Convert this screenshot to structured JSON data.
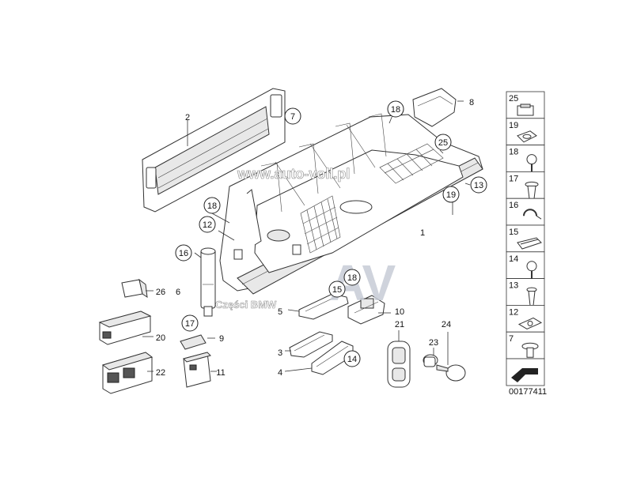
{
  "diagram": {
    "callouts": [
      {
        "key": "c2",
        "label": "2",
        "circled": false
      },
      {
        "key": "c7",
        "label": "7",
        "circled": true
      },
      {
        "key": "c18a",
        "label": "18",
        "circled": true
      },
      {
        "key": "c8",
        "label": "8",
        "circled": false
      },
      {
        "key": "c25",
        "label": "25",
        "circled": true
      },
      {
        "key": "c19",
        "label": "19",
        "circled": true
      },
      {
        "key": "c13",
        "label": "13",
        "circled": true
      },
      {
        "key": "c18b",
        "label": "18",
        "circled": true
      },
      {
        "key": "c12",
        "label": "12",
        "circled": true
      },
      {
        "key": "c1",
        "label": "1",
        "circled": false
      },
      {
        "key": "c16",
        "label": "16",
        "circled": true
      },
      {
        "key": "c18c",
        "label": "18",
        "circled": true
      },
      {
        "key": "c26",
        "label": "26",
        "circled": false
      },
      {
        "key": "c6",
        "label": "6",
        "circled": false
      },
      {
        "key": "c15",
        "label": "15",
        "circled": true
      },
      {
        "key": "c5",
        "label": "5",
        "circled": false
      },
      {
        "key": "c10",
        "label": "10",
        "circled": false
      },
      {
        "key": "c17",
        "label": "17",
        "circled": true
      },
      {
        "key": "c9",
        "label": "9",
        "circled": false
      },
      {
        "key": "c20",
        "label": "20",
        "circled": false
      },
      {
        "key": "c21",
        "label": "21",
        "circled": false
      },
      {
        "key": "c24",
        "label": "24",
        "circled": false
      },
      {
        "key": "c3",
        "label": "3",
        "circled": false
      },
      {
        "key": "c23",
        "label": "23",
        "circled": false
      },
      {
        "key": "c14",
        "label": "14",
        "circled": true
      },
      {
        "key": "c4",
        "label": "4",
        "circled": false
      },
      {
        "key": "c22",
        "label": "22",
        "circled": false
      },
      {
        "key": "c11",
        "label": "11",
        "circled": false
      }
    ],
    "side_panel": [
      {
        "label": "25",
        "icon": "clip-icon"
      },
      {
        "label": "19",
        "icon": "clamp-icon"
      },
      {
        "label": "18",
        "icon": "screw-icon"
      },
      {
        "label": "17",
        "icon": "expanding-rivet-icon"
      },
      {
        "label": "16",
        "icon": "circlip-icon"
      },
      {
        "label": "15",
        "icon": "spring-nut-icon"
      },
      {
        "label": "14",
        "icon": "torx-screw-icon"
      },
      {
        "label": "13",
        "icon": "plastic-rivet-icon"
      },
      {
        "label": "12",
        "icon": "clip-nut-icon"
      },
      {
        "label": "7",
        "icon": "push-button-icon"
      }
    ],
    "diagram_number": "00177411",
    "watermarks": {
      "url": "www.auto-voll.pl",
      "parts": "Części BMW",
      "logo": "AV"
    }
  }
}
